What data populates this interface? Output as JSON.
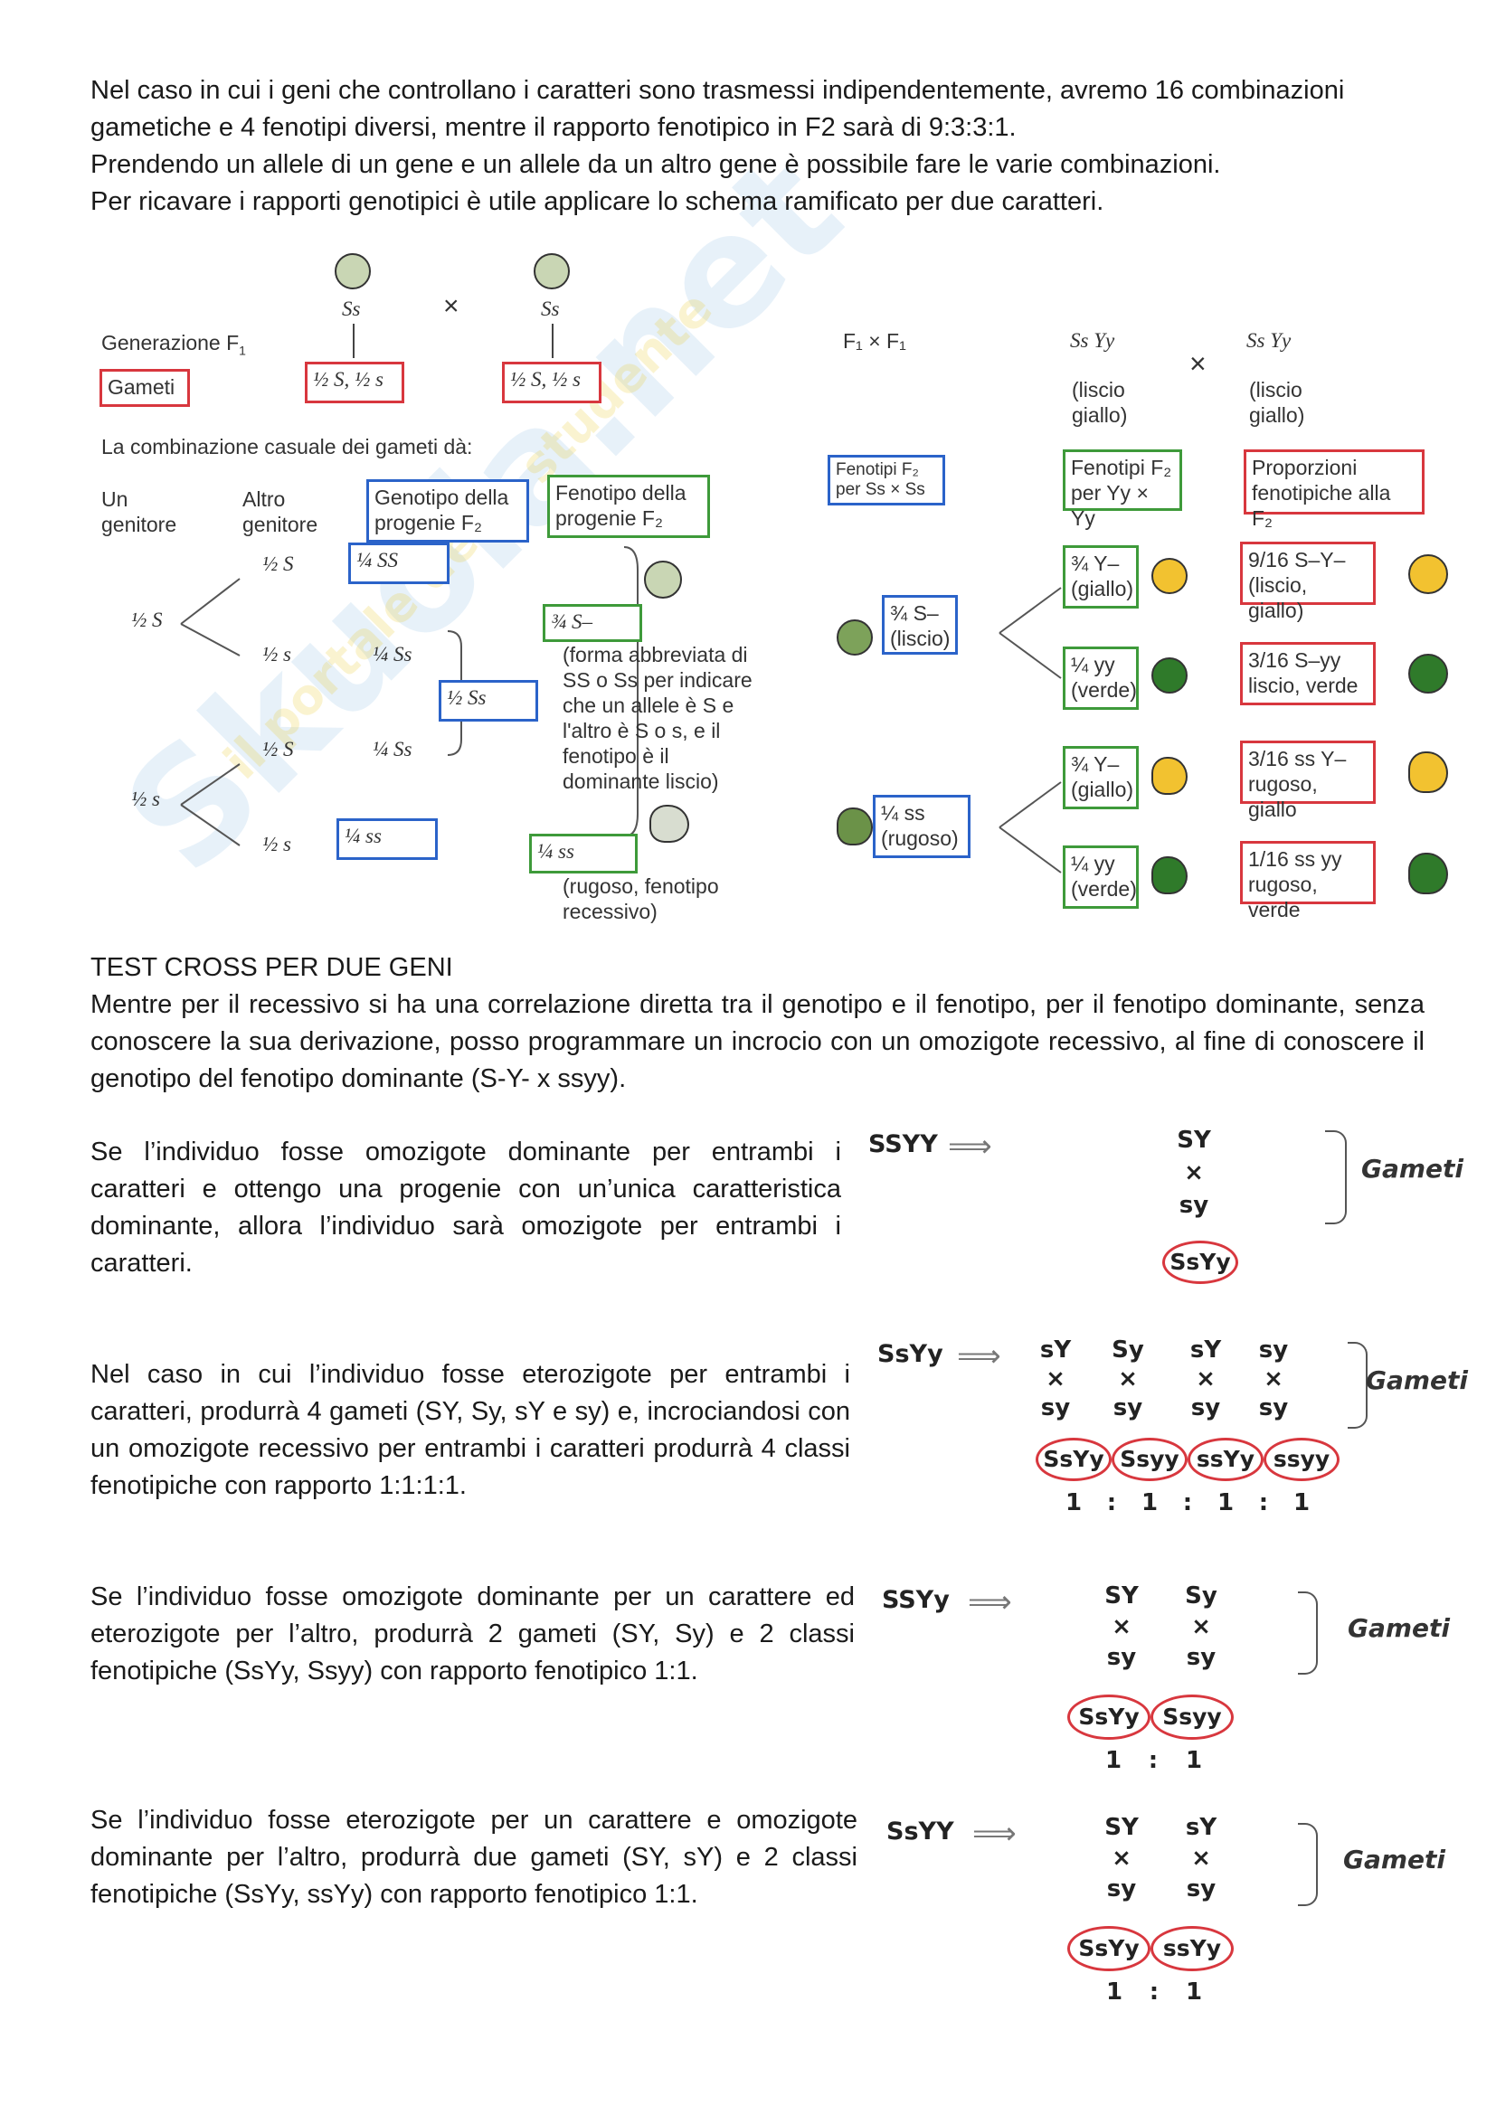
{
  "intro": [
    "Nel caso in cui i geni che controllano i caratteri sono trasmessi indipendentemente, avremo 16 combinazioni gametiche e 4 fenotipi diversi, mentre il rapporto fenotipico in F2 sarà di 9:3:3:1.",
    "Prendendo un allele di un gene e un allele da un altro gene è possibile fare le varie combinazioni.",
    "Per ricavare i rapporti genotipici è utile applicare lo schema ramificato per due caratteri."
  ],
  "watermark": {
    "main": "Skuola.net",
    "sub": "il portale dello studente"
  },
  "figure_left": {
    "parent1": "Ss",
    "parent2": "Ss",
    "cross": "×",
    "generation": "Generazione F",
    "generation_sub": "1",
    "gameti": "Gameti",
    "gamete_box1": "½ S, ½ s",
    "gamete_box2": "½ S, ½ s",
    "combination": "La combinazione casuale dei gameti dà:",
    "col_one_parent": "Un genitore",
    "col_other_parent": "Altro genitore",
    "col_genotype": "Genotipo della progenie F₂",
    "col_phenotype": "Fenotipo della progenie F₂",
    "left_half_S": "½ S",
    "left_half_s": "½ s",
    "r1": "½ S",
    "r2": "½ s",
    "r3": "½ S",
    "r4": "½ s",
    "g1": "¼ SS",
    "g2": "¼ Ss",
    "g3": "¼ Ss",
    "g4": "¼ ss",
    "half_Ss": "½ Ss",
    "pheno_dominant_box": "¾ S–",
    "pheno_dominant_text": "(forma abbreviata di SS o Ss per indicare che un allele è S e l'altro è S o s, e il fenotipo è il dominante liscio)",
    "pheno_recessive_box": "¼ ss",
    "pheno_recessive_text": "(rugoso, fenotipo recessivo)"
  },
  "figure_right": {
    "cross_label": "F₁ × F₁",
    "parent1": "Ss Yy",
    "parent1_desc": "(liscio giallo)",
    "parent2": "Ss Yy",
    "parent2_desc": "(liscio giallo)",
    "cross": "×",
    "col1": "Fenotipi F₂ per Ss × Ss",
    "col2": "Fenotipi F₂ per Yy × Yy",
    "col3": "Proporzioni fenotipiche alla F₂",
    "s_dom": "¾ S– (liscio)",
    "s_rec": "¼ ss (rugoso)",
    "y1": "¾ Y– (giallo)",
    "y2": "¼ yy (verde)",
    "y3": "¾ Y– (giallo)",
    "y4": "¼ yy (verde)",
    "p1": "9/16 S–Y– (liscio, giallo)",
    "p2": "3/16 S–yy liscio, verde",
    "p3": "3/16 ss Y– rugoso, giallo",
    "p4": "1/16 ss yy rugoso, verde"
  },
  "testcross": {
    "title": "TEST CROSS PER DUE GENI",
    "text": "Mentre per il recessivo si ha una correlazione diretta tra il genotipo e il fenotipo, per il fenotipo dominante, senza conoscere la sua derivazione, posso programmare un incrocio con un omozigote recessivo, al fine di conoscere il genotipo del fenotipo dominante (S-Y- x ssyy)."
  },
  "cases": [
    {
      "text": "Se l’individuo fosse omozigote dominante per entrambi i caratteri e ottengo una progenie con un’unica caratteristica dominante, allora l’individuo sarà omozigote per entrambi i caratteri.",
      "genotype": "SSYY",
      "gametes_top": [
        "SY"
      ],
      "gametes_bottom": [
        "sy"
      ],
      "offspring": [
        "SsYy"
      ],
      "ratio": [],
      "gameti_label": "Gameti"
    },
    {
      "text": "Nel caso in cui l’individuo fosse eterozigote per entrambi i caratteri, produrrà 4 gameti (SY, Sy, sY e sy) e, incrociandosi con un omozigote recessivo per entrambi i caratteri produrrà 4 classi fenotipiche con rapporto 1:1:1:1.",
      "genotype": "SsYy",
      "gametes_top": [
        "sY",
        "Sy",
        "sY",
        "sy"
      ],
      "gametes_bottom": [
        "sy",
        "sy",
        "sy",
        "sy"
      ],
      "offspring": [
        "SsYy",
        "Ssyy",
        "ssYy",
        "ssyy"
      ],
      "ratio": [
        "1",
        ":",
        "1",
        ":",
        "1",
        ":",
        "1"
      ],
      "gameti_label": "Gameti"
    },
    {
      "text": "Se l’individuo fosse omozigote dominante per un carattere ed eterozigote per l’altro, produrrà 2 gameti (SY, Sy) e 2 classi fenotipiche (SsYy, Ssyy) con rapporto fenotipico 1:1.",
      "genotype": "SSYy",
      "gametes_top": [
        "SY",
        "Sy"
      ],
      "gametes_bottom": [
        "sy",
        "sy"
      ],
      "offspring": [
        "SsYy",
        "Ssyy"
      ],
      "ratio": [
        "1",
        ":",
        "1"
      ],
      "gameti_label": "Gameti"
    },
    {
      "text": "Se l’individuo fosse eterozigote per un carattere e omozigote dominante per l’altro, produrrà due gameti (SY, sY) e 2 classi fenotipiche (SsYy, ssYy) con rapporto fenotipico 1:1.",
      "genotype": "SsYY",
      "gametes_top": [
        "SY",
        "sY"
      ],
      "gametes_bottom": [
        "sy",
        "sy"
      ],
      "offspring": [
        "SsYy",
        "ssYy"
      ],
      "ratio": [
        "1",
        ":",
        "1"
      ],
      "gameti_label": "Gameti"
    }
  ],
  "colors": {
    "red": "#d8373e",
    "blue": "#2b63c9",
    "green": "#3e9a3a",
    "yellow": "#f2c230",
    "darkgreen": "#2f7a2a"
  }
}
